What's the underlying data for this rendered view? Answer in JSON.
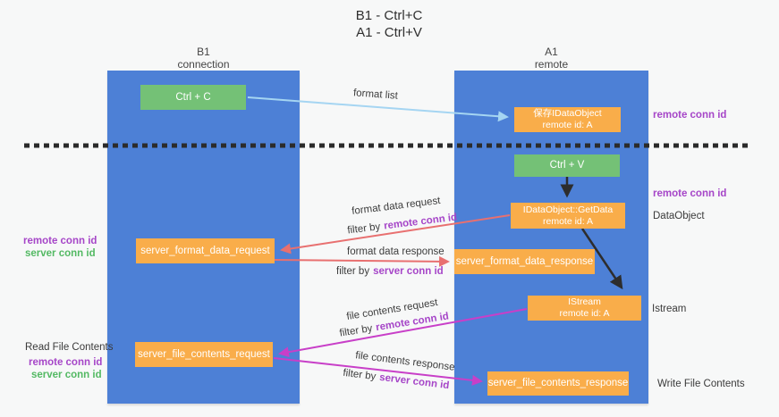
{
  "title": {
    "line1": "B1 - Ctrl+C",
    "line2": "A1 - Ctrl+V"
  },
  "lanes": {
    "b1": {
      "name": "B1",
      "subtitle": "connection"
    },
    "a1": {
      "name": "A1",
      "subtitle": "remote"
    }
  },
  "nodes": {
    "ctrl_c": {
      "label": "Ctrl + C"
    },
    "ctrl_v": {
      "label": "Ctrl + V"
    },
    "save_dataobject": {
      "line1": "保存IDataObject",
      "line2": "remote id: A"
    },
    "getdata": {
      "line1": "IDataObject::GetData",
      "line2": "remote id: A"
    },
    "istream": {
      "line1": "IStream",
      "line2": "remote id: A"
    },
    "format_request": {
      "label": "server_format_data_request"
    },
    "format_response": {
      "label": "server_format_data_response"
    },
    "file_request": {
      "label": "server_file_contents_request"
    },
    "file_response": {
      "label": "server_file_contents_response"
    }
  },
  "annotations": {
    "format_list": "format list",
    "format_data_request": "format data request",
    "format_data_response": "format data response",
    "file_contents_request": "file contents request",
    "file_contents_response": "file contents response",
    "filter_by": "filter by",
    "remote_conn_id": "remote conn id",
    "server_conn_id": "server conn id"
  },
  "side_labels": {
    "remote_conn_id_top": "remote conn id",
    "remote_conn_id_mid": "remote conn id",
    "dataobject": "DataObject",
    "istream": "Istream",
    "write_file_contents": "Write File Contents",
    "read_file_contents": "Read File Contents",
    "left_remote_conn_id_1": "remote conn id",
    "left_server_conn_id_1": "server conn id",
    "left_remote_conn_id_2": "remote conn id",
    "left_server_conn_id_2": "server conn id"
  },
  "colors": {
    "lane_blue": "#4d80d6",
    "node_green": "#74c176",
    "node_orange": "#f9ad4a",
    "arrow_light_blue": "#a5d5f2",
    "arrow_red": "#e87070",
    "arrow_magenta": "#c83fc8",
    "arrow_black": "#2d2d2d",
    "dashed_divider": "#2b2b2b",
    "text_purple": "#a646c8",
    "text_green": "#53b963"
  }
}
